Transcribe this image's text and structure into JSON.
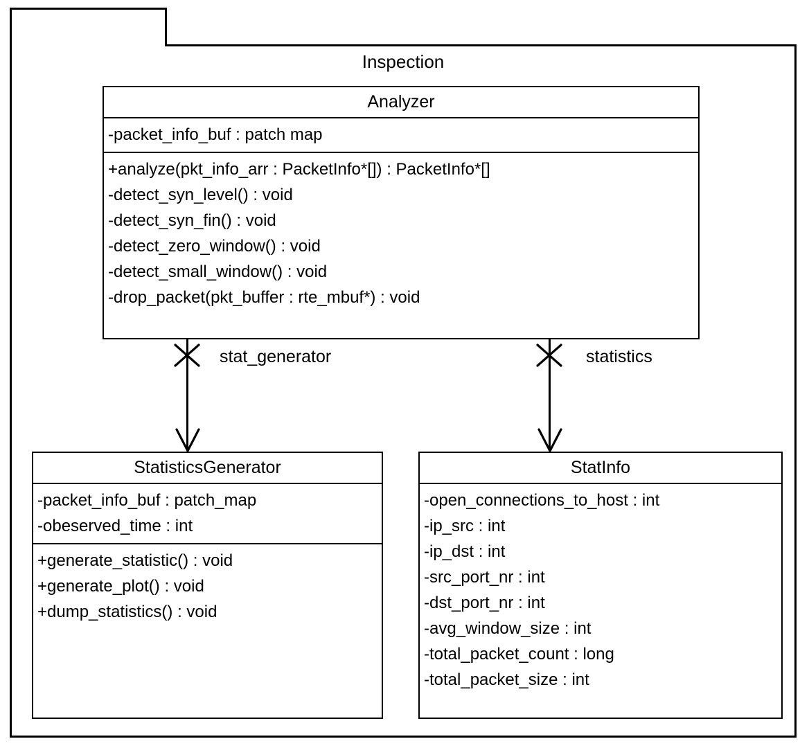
{
  "diagram": {
    "type": "uml-class-diagram",
    "package": {
      "name": "Inspection",
      "tab_label": ""
    },
    "classes": [
      {
        "id": "analyzer",
        "name": "Analyzer",
        "attributes": [
          "-packet_info_buf : patch map"
        ],
        "operations": [
          "+analyze(pkt_info_arr : PacketInfo*[]) : PacketInfo*[]",
          "-detect_syn_level() : void",
          "-detect_syn_fin() : void",
          "-detect_zero_window() : void",
          "-detect_small_window() : void",
          "-drop_packet(pkt_buffer : rte_mbuf*) : void"
        ]
      },
      {
        "id": "statsgen",
        "name": "StatisticsGenerator",
        "attributes": [
          "-packet_info_buf : patch_map",
          "-obeserved_time : int"
        ],
        "operations": [
          "+generate_statistic() : void",
          "+generate_plot() : void",
          "+dump_statistics() : void"
        ]
      },
      {
        "id": "statinfo",
        "name": "StatInfo",
        "attributes": [
          "-open_connections_to_host : int",
          "-ip_src : int",
          "-ip_dst : int",
          "-src_port_nr : int",
          "-dst_port_nr : int",
          "-avg_window_size : int",
          "-total_packet_count : long",
          "-total_packet_size : int"
        ],
        "operations": []
      }
    ],
    "associations": [
      {
        "id": "stat_generator",
        "label": "stat_generator",
        "from": "Analyzer",
        "to": "StatisticsGenerator",
        "multiplicity": "*",
        "arrow": "open-arrow"
      },
      {
        "id": "statistics",
        "label": "statistics",
        "from": "Analyzer",
        "to": "StatInfo",
        "multiplicity": "*",
        "arrow": "open-arrow"
      }
    ],
    "colors": {
      "stroke": "#000000",
      "fill": "#ffffff",
      "text": "#000000"
    }
  }
}
